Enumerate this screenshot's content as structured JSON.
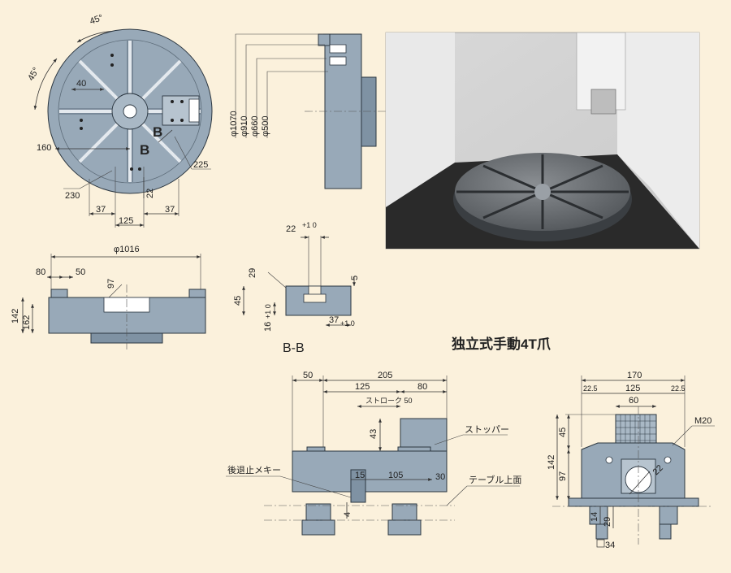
{
  "colors": {
    "background": "#fbf1dc",
    "part": "#98a9b8",
    "outline": "#2b3640"
  },
  "top_view": {
    "angle_top": "45°",
    "angle_left": "45°",
    "dim_40": "40",
    "dim_160": "160",
    "dim_230": "230",
    "dim_225": "225",
    "dim_22": "22",
    "dim_37_left": "37",
    "dim_125": "125",
    "dim_37_right": "37",
    "section_mark_1": "B",
    "section_mark_2": "B"
  },
  "side_diameters": {
    "d1070": "φ1070",
    "d910": "φ910",
    "d660": "φ660",
    "d500": "φ500"
  },
  "front_view": {
    "d1016": "φ1016",
    "dim_80": "80",
    "dim_50": "50",
    "dim_97": "97",
    "dim_142": "142",
    "dim_162": "162"
  },
  "section_bb": {
    "title": "B-B",
    "dim_22": "22",
    "tol_22": "+1 0",
    "dim_29": "29",
    "dim_5": "5",
    "dim_45": "45",
    "dim_16": "16",
    "tol_16": "+1 0",
    "dim_37": "37",
    "tol_37": "+1 0"
  },
  "jaw_title": "独立式手動4T爪",
  "jaw_side": {
    "dim_50": "50",
    "dim_205": "205",
    "dim_125": "125",
    "dim_80": "80",
    "stroke_label": "ストローク 50",
    "dim_43": "43",
    "dim_15": "15",
    "dim_105": "105",
    "dim_30": "30",
    "dim_4": "4",
    "stopper_label": "ストッパー",
    "retreat_label": "後退止メキー",
    "table_surface_label": "テーブル上面"
  },
  "jaw_end": {
    "dim_170": "170",
    "dim_22_5_left": "22.5",
    "dim_125": "125",
    "dim_22_5_right": "22.5",
    "dim_60": "60",
    "thread_label": "M20",
    "dim_45": "45",
    "dim_142": "142",
    "dim_97": "97",
    "dim_22": "22",
    "dim_14": "14",
    "dim_29": "29",
    "dim_34": "34"
  }
}
